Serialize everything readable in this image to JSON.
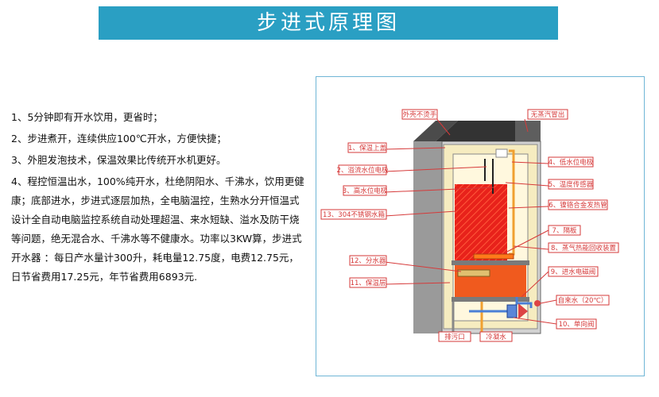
{
  "title": "步进式原理图",
  "description": [
    "1、5分钟即有开水饮用，更省时；",
    "2、步进煮开，连续供应100℃开水，方便快捷；",
    "3、外胆发泡技术，保温效果比传统开水机更好。",
    "4、程控恒温出水，100%纯开水，杜绝阴阳水、千沸水，饮用更健康；底部进水，步进式逐层加热，全电脑温控，生熟水分开恒温式设计全自动电脑监控系统自动处理超温、来水短缺、溢水及防干烧等问题，绝无混合水、千沸水等不健康水。功率以3KW算，步进式开水器 ：每日产水量计300升，耗电量12.75度，电费12.75元，日节省费用17.25元，年节省费用6893元."
  ],
  "labels": {
    "outlet_safe": "外壳不烫手",
    "steam_vent": "无蒸汽冒出",
    "insulation_cover": "1、保温上盖",
    "overflow_electrode": "2、溢流水位电极",
    "high_level_electrode": "3、高水位电极",
    "tank": "13、304不锈钢水箱",
    "low_level_electrode": "4、低水位电极",
    "temp_sensor": "5、温度传感器",
    "heater": "6、镍铬合金发热管",
    "partition": "7、隔板",
    "heat_recovery": "8、蒸气热能回收装置",
    "distributor": "12、分水器",
    "insulation_layer": "11、保温层",
    "inlet_valve": "9、进水电磁阀",
    "tap_water": "自来水（20℃）",
    "drain": "排污口",
    "condensate": "冷凝水",
    "check_valve": "10、单向阀"
  },
  "colors": {
    "title_bg": "#2a9fc3",
    "label_text": "#d63a3a",
    "water": "#e8221b",
    "insulation": "#f6ecc0",
    "pipe": "#f0a030",
    "cold_pipe": "#4a7fd6"
  }
}
